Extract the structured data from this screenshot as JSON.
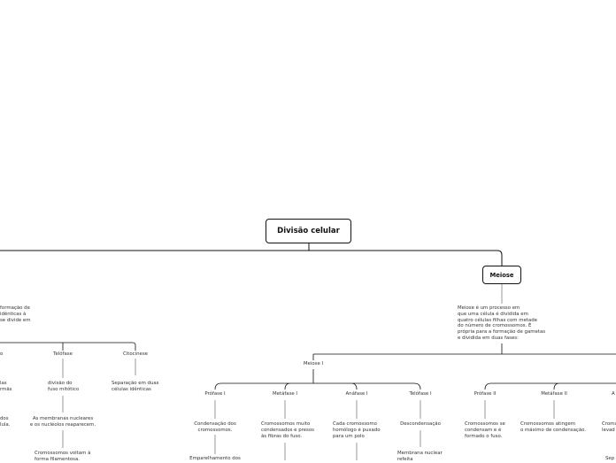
{
  "root": {
    "label": "Divisão celular"
  },
  "meiose": {
    "label": "Meiose",
    "description": "Meiose é um processo em\nque uma célula é dividida em\nquatro células filhas com metade\ndo número de cromossomos. É\nprópria para a formação de gametas\ne dividida em duas fases:",
    "meiose1": {
      "label": "Meiose I",
      "phases": [
        {
          "label": "Prófase I",
          "detail": "Condensação dos\ncromossomos.",
          "detail2": "Emparelhamento dos"
        },
        {
          "label": "Metáfase I",
          "detail": "Cromossomos muito\ncondensados e presos\nàs fibras do fuso."
        },
        {
          "label": "Anáfase I",
          "detail": "Cada cromossomo\nhomólogo é puxado\npara um polo"
        },
        {
          "label": "Telófase I",
          "detail": "Descondensação",
          "detail2": "Membrana nuclear\nrefeita"
        }
      ]
    },
    "meiose2": {
      "phases": [
        {
          "label": "Prófase II",
          "detail": "Cromossomos se\ncondensam e é\nformado o fuso."
        },
        {
          "label": "Metáfase II",
          "detail": "Cromossomos atingem\no máximo de condensação."
        },
        {
          "label": "A",
          "detail": "Croma\nlevad",
          "detail2": "Sep"
        }
      ]
    }
  },
  "mitose": {
    "description_fragment": "formação de\nidênticas à\nse divide em",
    "phases": [
      {
        "label": "o",
        "detail": "las\nrmãs",
        "detail2": "dos\nlula."
      },
      {
        "label": "Telófase",
        "detail": "divisão do\nfuso mitótico",
        "detail2": "As membranas nucleares\ne os nucléolos reaparecem.",
        "detail3": "Cromossomos voltam à\nforma filamentosa."
      },
      {
        "label": "Citocinese",
        "detail": "Separação em duas\ncélulas idênticas"
      }
    ]
  }
}
